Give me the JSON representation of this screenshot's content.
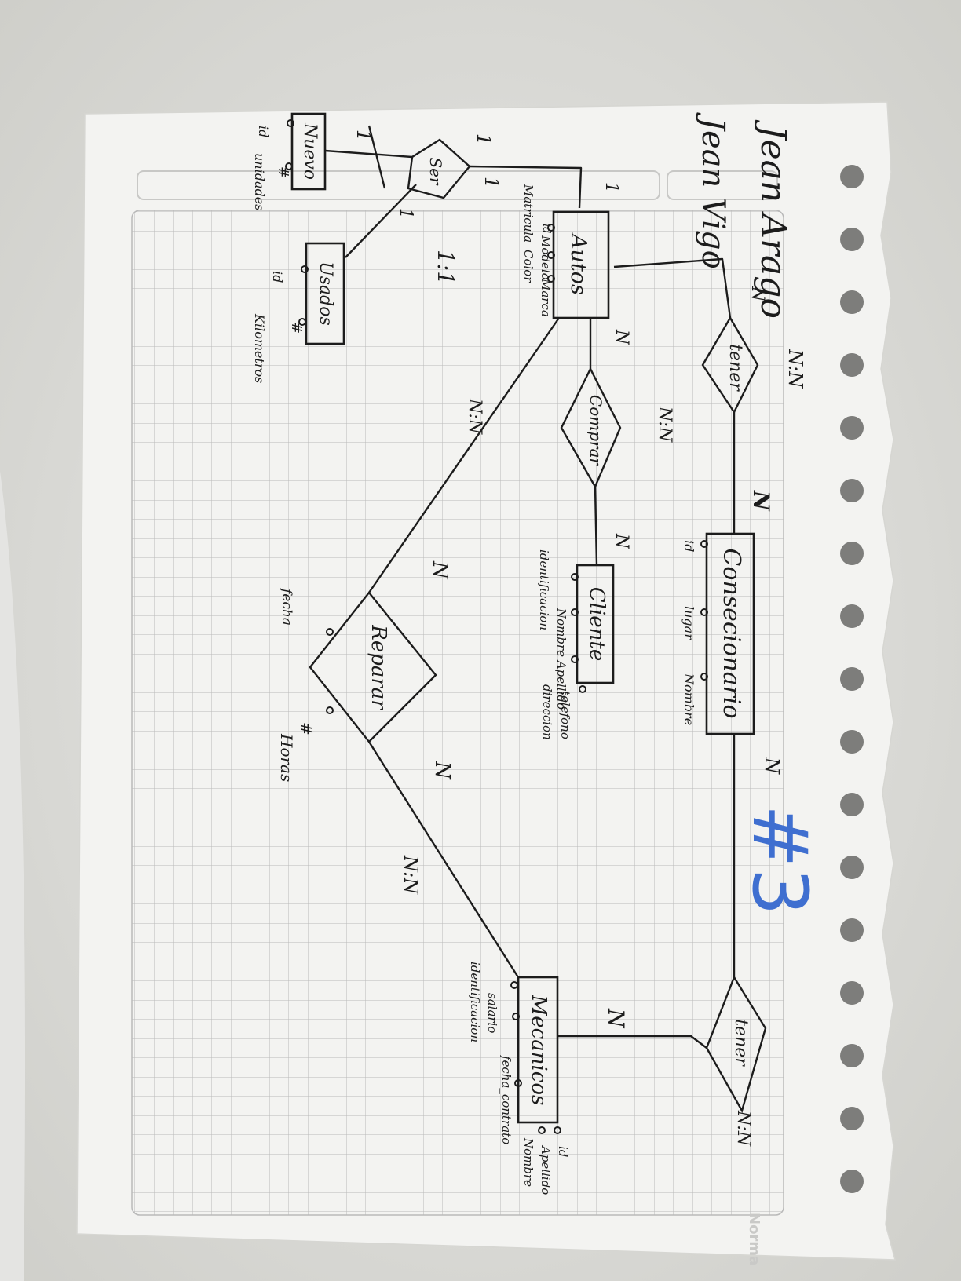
{
  "signature": {
    "line1": "Jean Arago",
    "line2": "Jean Vigo"
  },
  "page_number": "#3",
  "brand": "Norma",
  "entities": {
    "autos": "Autos",
    "nuevo": "Nuevo",
    "usados": "Usados",
    "consecionario": "Consecionario",
    "cliente": "Cliente",
    "mecanicos": "Mecanicos"
  },
  "relationships": {
    "ser": "Ser",
    "tener_top": "tener",
    "comprar": "Comprar",
    "reparar": "Reparar",
    "tener_bottom": "tener"
  },
  "attributes": {
    "autos": [
      "id",
      "Modelo",
      "Marca",
      "Matricula",
      "Color"
    ],
    "nuevo": [
      "id",
      "#",
      "unidades"
    ],
    "usados": [
      "id",
      "#",
      "Kilometros"
    ],
    "consecionario": [
      "id",
      "lugar",
      "Nombre"
    ],
    "cliente": [
      "identificacion",
      "Nombre Apellido",
      "direccion",
      "telefono"
    ],
    "reparar": [
      "fecha",
      "#",
      "Horas"
    ],
    "mecanicos": [
      "identificacion",
      "salario",
      "fecha_contrato",
      "id",
      "Nombre",
      "Apellido"
    ]
  },
  "cardinalities": {
    "ser_autos": "1",
    "ser_autos_2": "1",
    "ser_nuevo": "1",
    "ser_usados": "1",
    "ser_ratio": "1:1",
    "autos_tener": "N",
    "tener_top_ratio": "N:N",
    "tener_consecionario": "N",
    "autos_comprar": "N",
    "comprar_ratio": "N:N",
    "comprar_cliente": "N",
    "autos_reparar_ratio": "N:N",
    "reparar_autos": "N",
    "reparar_mecanicos": "N",
    "reparar_mecanicos_ratio": "N:N",
    "consecionario_tener": "N",
    "tener_mecanicos": "N",
    "tener_bottom_ratio": "N:N"
  }
}
